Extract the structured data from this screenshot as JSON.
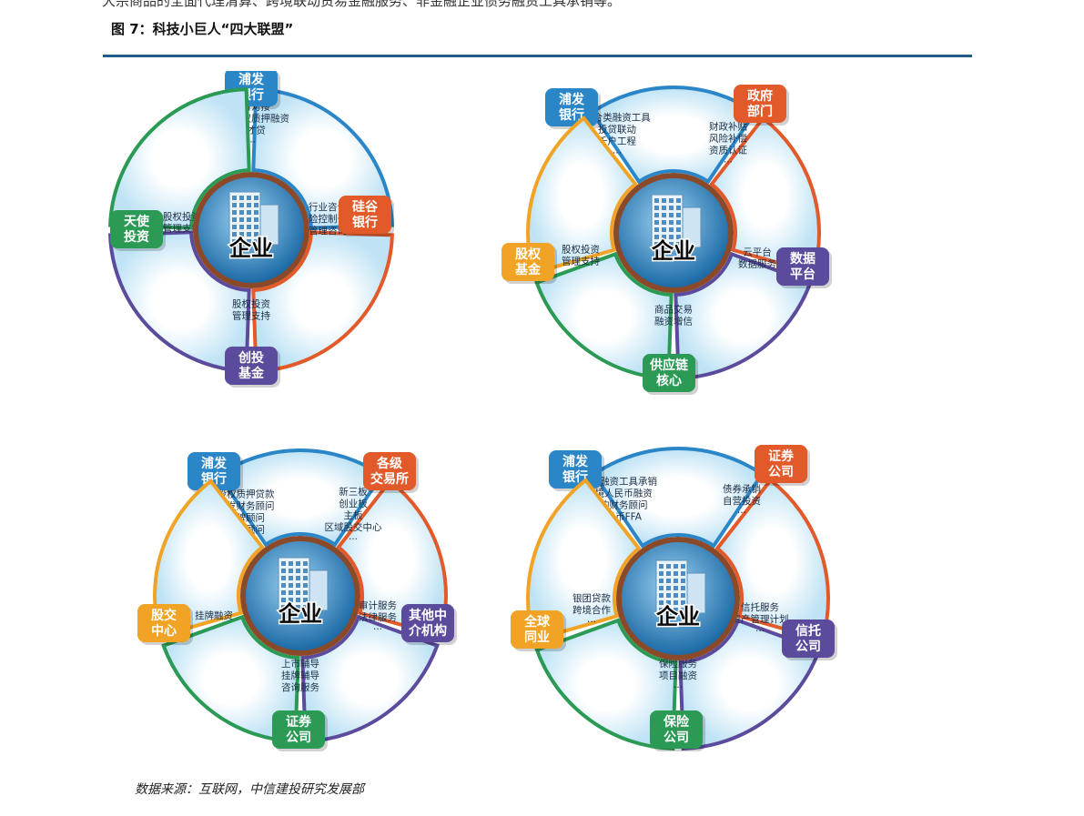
{
  "header": {
    "top_line": "大宗商品的全面代理清算、跨境联动贸易金融服务、非金融企业债务融资工具承销等。",
    "figure_title": "图 7：科技小巨人“四大联盟”"
  },
  "footer": {
    "source": "数据来源：互联网，中信建投研究发展部"
  },
  "center_label": "企业",
  "colors": {
    "blue": "#2b86c8",
    "orange": "#e2592a",
    "purple": "#5c4b9c",
    "green": "#2a9a55",
    "yellow": "#f0a325",
    "rule": "#1f5c8c"
  },
  "wheels": [
    {
      "segments": [
        {
          "badge": [
            "浦发",
            "银行"
          ],
          "text": [
            "项目对接",
            "知识产权质押融资",
            "人才贷",
            "···"
          ]
        },
        {
          "badge": [
            "硅谷",
            "银行"
          ],
          "text": [
            "行业咨询",
            "风险控制咨询",
            "管理咨询"
          ]
        },
        {
          "badge": [
            "创投",
            "基金"
          ],
          "text": [
            "股权投资",
            "管理支持"
          ]
        },
        {
          "badge": [
            "天使",
            "投资"
          ],
          "text": [
            "股权投资",
            "管理支持"
          ]
        }
      ]
    },
    {
      "segments": [
        {
          "badge": [
            "浦发",
            "银行"
          ],
          "text": [
            "集合类融资工具",
            "投贷联动",
            "千户工程",
            "···"
          ]
        },
        {
          "badge": [
            "政府",
            "部门"
          ],
          "text": [
            "财政补贴",
            "风险补偿",
            "资质认证",
            "···"
          ]
        },
        {
          "badge": [
            "数据",
            "平台"
          ],
          "text": [
            "云平台",
            "数据服务"
          ]
        },
        {
          "badge": [
            "供应链",
            "核心"
          ],
          "text": [
            "商品交易",
            "融资增信"
          ]
        },
        {
          "badge": [
            "股权",
            "基金"
          ],
          "text": [
            "股权投资",
            "管理支持"
          ]
        }
      ]
    },
    {
      "segments": [
        {
          "badge": [
            "浦发",
            "银行"
          ],
          "text": [
            "股权质押贷款",
            "增发财务顾问",
            "挂牌顾问",
            "上市顾问"
          ]
        },
        {
          "badge": [
            "各级",
            "交易所"
          ],
          "text": [
            "新三板",
            "创业板",
            "主板",
            "区域股交中心",
            "···"
          ]
        },
        {
          "badge": [
            "其他中",
            "介机构"
          ],
          "text": [
            "审计服务",
            "法律服务",
            "···"
          ]
        },
        {
          "badge": [
            "证券",
            "公司"
          ],
          "text": [
            "上市辅导",
            "挂牌辅导",
            "咨询服务"
          ]
        },
        {
          "badge": [
            "股交",
            "中心"
          ],
          "text": [
            "挂牌融资"
          ]
        }
      ]
    },
    {
      "segments": [
        {
          "badge": [
            "浦发",
            "银行"
          ],
          "text": [
            "债务融资工具承销",
            "跨境人民币融资",
            "并购财务顾问",
            "人民币FFA"
          ]
        },
        {
          "badge": [
            "证券",
            "公司"
          ],
          "text": [
            "债券承销",
            "自营投资",
            "···"
          ]
        },
        {
          "badge": [
            "信托",
            "公司"
          ],
          "text": [
            "信托服务",
            "资产管理计划",
            "···"
          ]
        },
        {
          "badge": [
            "保险",
            "公司"
          ],
          "text": [
            "保险服务",
            "项目融资",
            "···"
          ]
        },
        {
          "badge": [
            "全球",
            "同业"
          ],
          "text": [
            "银团贷款",
            "跨境合作",
            "···"
          ]
        }
      ]
    }
  ]
}
